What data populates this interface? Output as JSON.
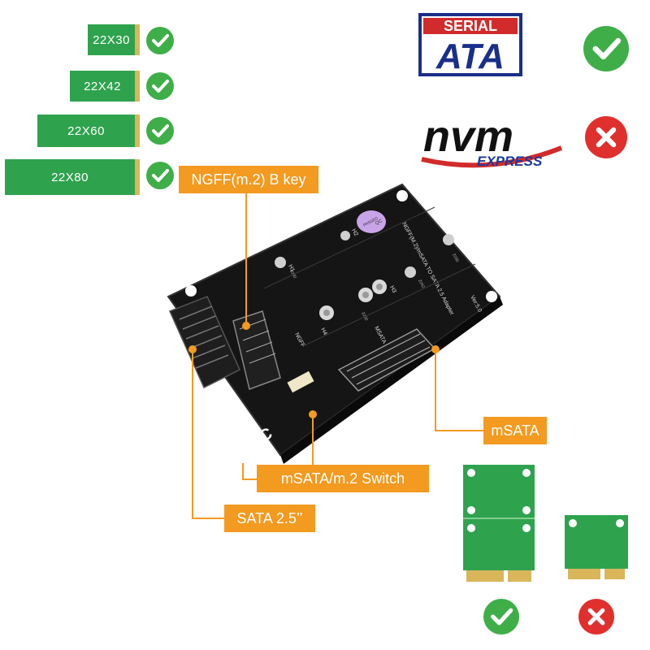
{
  "ssd_sizes": [
    {
      "label": "22X30",
      "supported": true
    },
    {
      "label": "22X42",
      "supported": true
    },
    {
      "label": "22X60",
      "supported": true
    },
    {
      "label": "22X80",
      "supported": true
    }
  ],
  "protocols": {
    "sata": {
      "logo_top": "SERIAL",
      "logo_main": "ATA",
      "supported": true
    },
    "nvme": {
      "logo_main": "nvm",
      "logo_sub": "EXPRESS",
      "supported": false
    }
  },
  "callouts": {
    "ngff": "NGFF(m.2) B key",
    "msata": "mSATA",
    "switch": "mSATA/m.2 Switch",
    "sata": "SATA 2.5’’"
  },
  "board_text": {
    "model": "NGFF(M.2)/mSATA TO SATA 2.5 Adapter",
    "version": "Ver:5.0",
    "qc": "QC",
    "passed": "PASSED",
    "holes": [
      "H1",
      "H2",
      "H3",
      "H4"
    ],
    "sizes": [
      "2230",
      "2242",
      "2260",
      "2280"
    ],
    "slot_labels": [
      "NGFF",
      "MSATA"
    ],
    "fc": "FC"
  },
  "cards": {
    "full_size_supported": true,
    "half_size_supported": false
  },
  "colors": {
    "accent": "#f39a20",
    "pcb_green": "#2fa24e",
    "ok_green": "#3fae49",
    "no_red": "#e0302e",
    "sata_blue": "#1a2f8a",
    "nvme_red": "#d22b2b"
  }
}
